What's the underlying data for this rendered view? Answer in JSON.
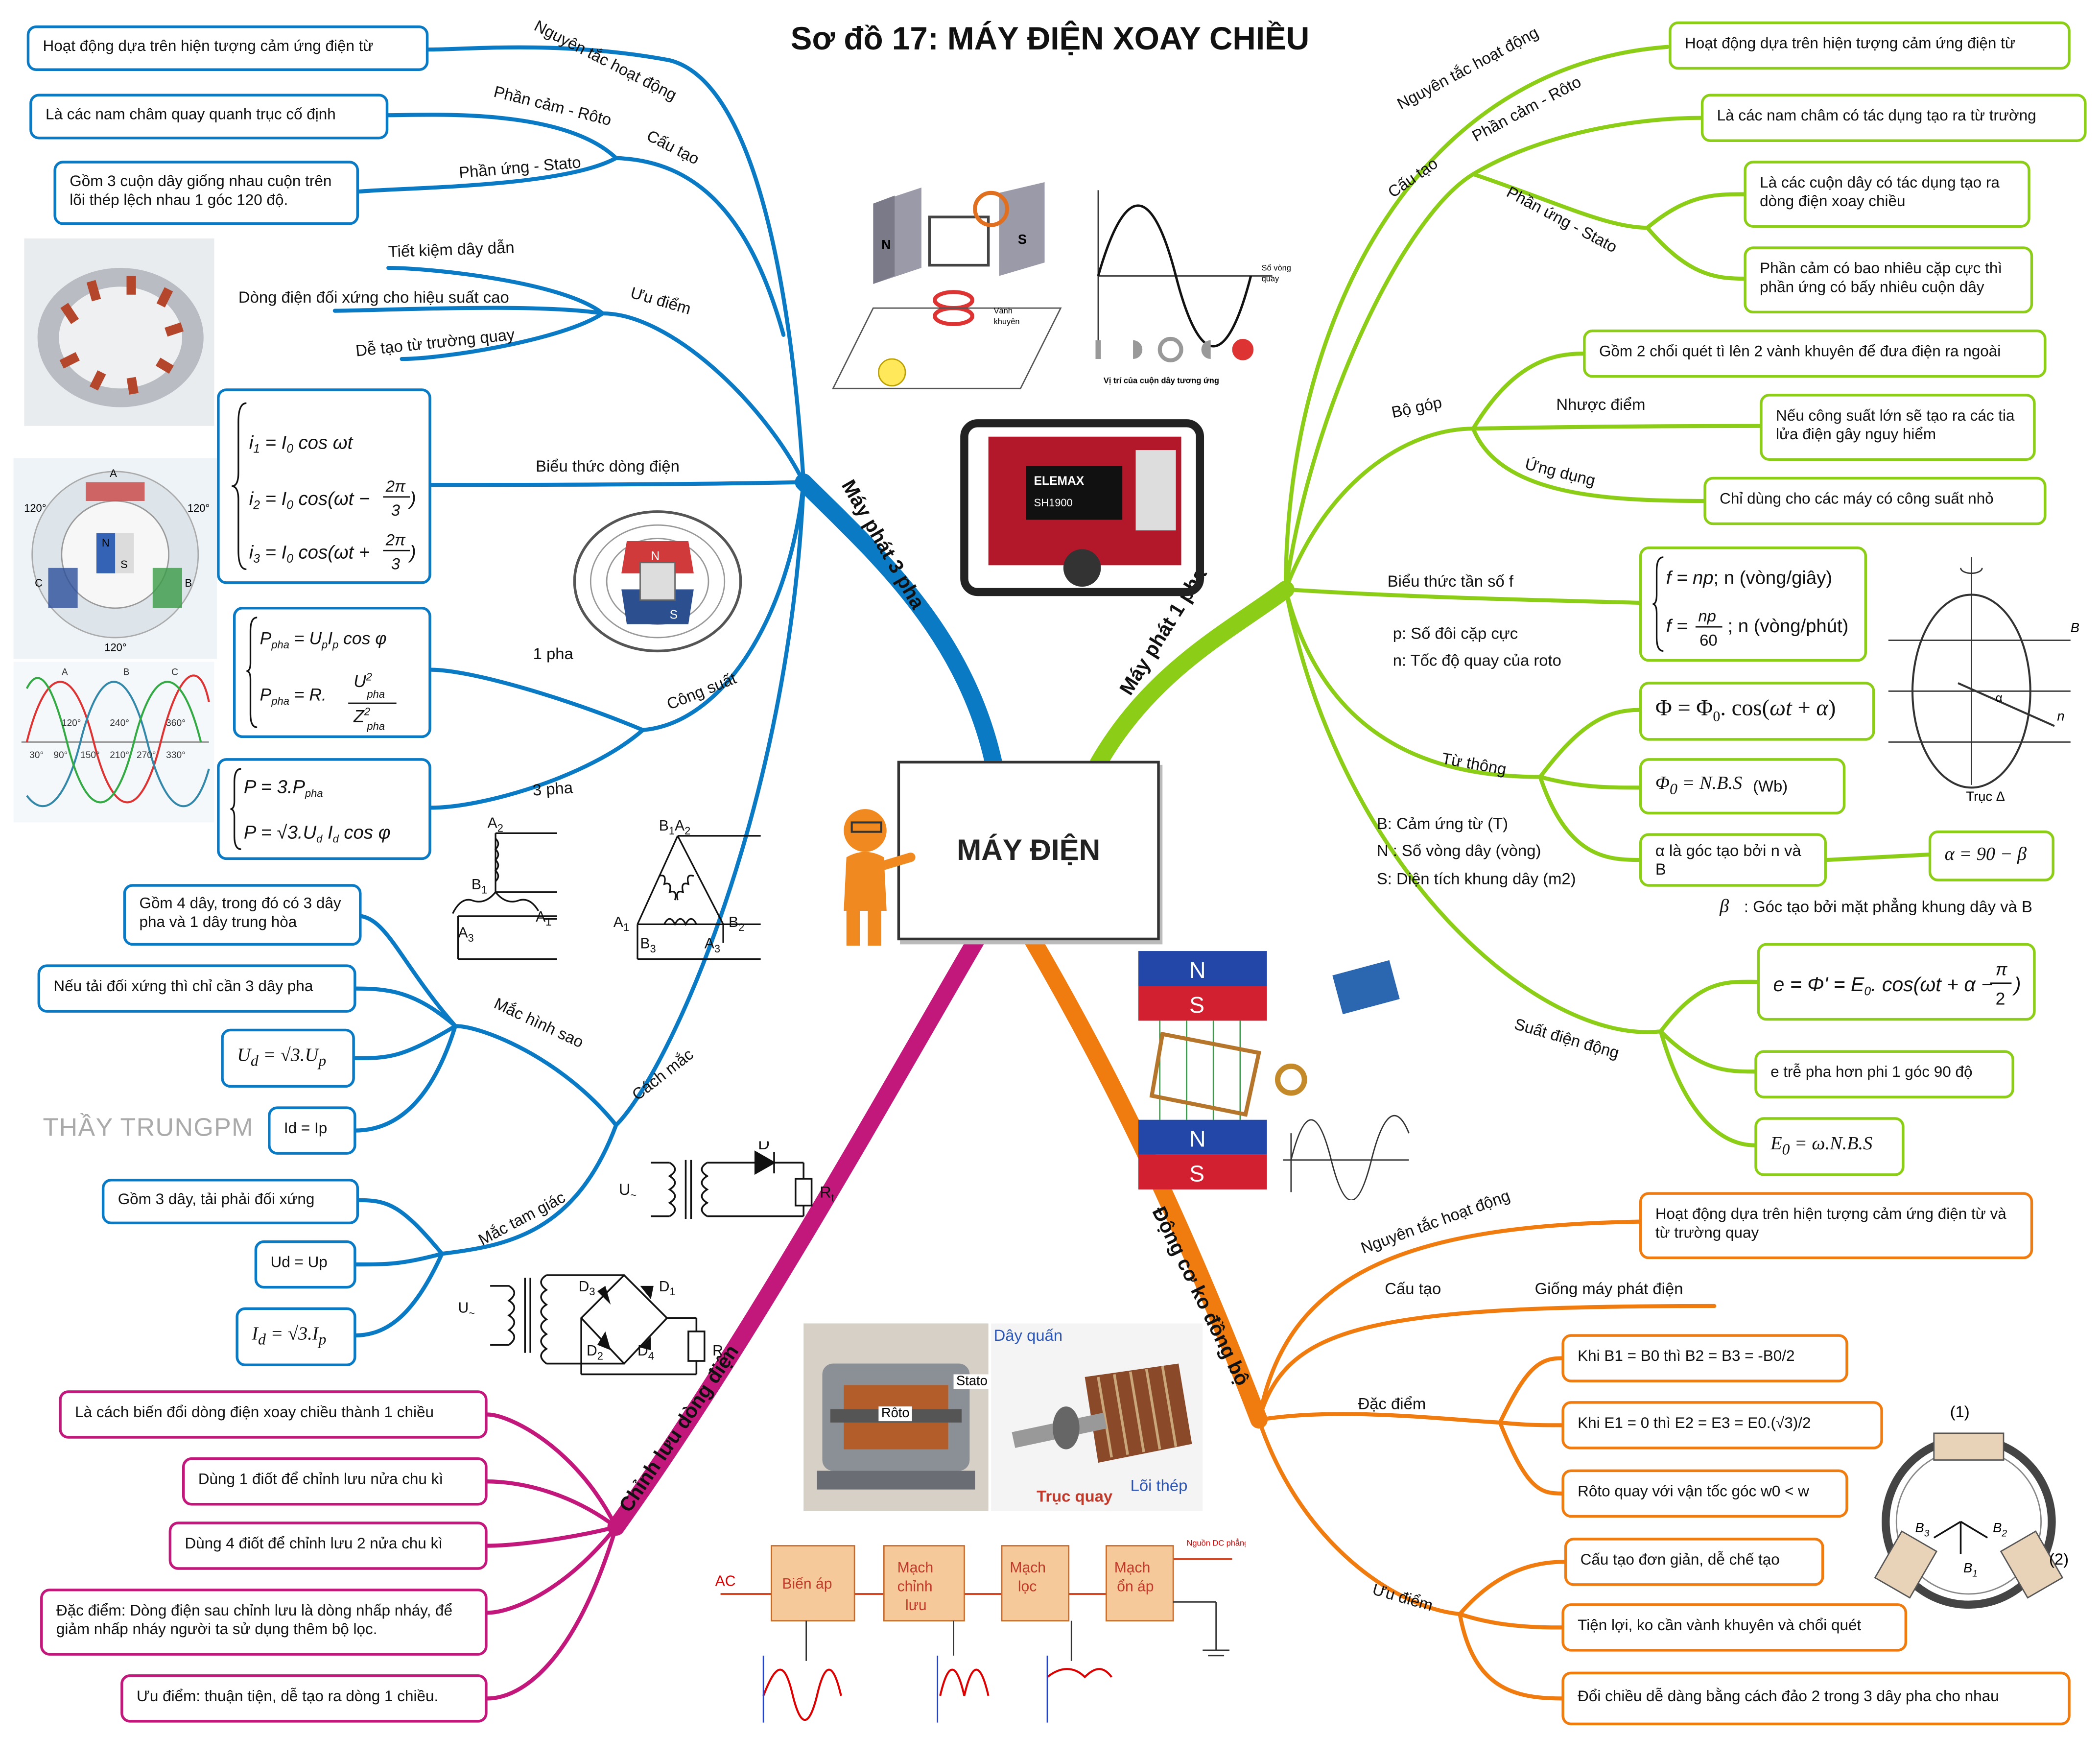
{
  "title": "Sơ đồ 17: MÁY ĐIỆN XOAY CHIỀU",
  "center": "MÁY ĐIỆN",
  "watermark": "THẦY TRUNGPM",
  "colors": {
    "blue": "#0a7ac4",
    "green": "#8ccd17",
    "orange": "#f07c10",
    "magenta": "#c2187b"
  },
  "three_phase": {
    "branch": "Máy phát 3 pha",
    "principle_label": "Nguyên tắc hoạt động",
    "principle": "Hoạt động dựa trên hiện tượng cảm ứng điện từ",
    "structure_label": "Cấu tạo",
    "rotor_label": "Phần cảm - Rôto",
    "rotor": "Là các nam châm quay quanh trục cố định",
    "stator_label": "Phần ứng - Stato",
    "stator": "Gồm 3 cuộn dây giống nhau cuộn trên lõi thép lệch nhau 1 góc 120 độ.",
    "adv_label": "Ưu điểm",
    "adv1": "Tiết kiệm dây dẫn",
    "adv2": "Dòng điện đối xứng cho hiệu suất cao",
    "adv3": "Dễ tạo từ trường quay",
    "expr_label": "Biểu thức dòng điện",
    "power_label": "Công suất",
    "one_phase": "1 pha",
    "three_phase_lbl": "3 pha",
    "connect_label": "Cách mắc",
    "star_label": "Mắc hình sao",
    "star1": "Gồm 4 dây, trong đó có 3 dây pha và 1 dây trung hòa",
    "star2": "Nếu tải đối xứng thì chỉ cần 3 dây pha",
    "star4": "Id = Ip",
    "delta_label": "Mắc tam giác",
    "delta1": "Gồm 3 dây, tải phải đối xứng",
    "delta2": "Ud = Up"
  },
  "one_phase": {
    "branch": "Máy phát 1 pha",
    "principle_label": "Nguyên tắc hoạt động",
    "principle": "Hoạt động dựa trên hiện tượng cảm ứng điện từ",
    "structure_label": "Cấu tạo",
    "rotor_label": "Phần cảm - Rôto",
    "rotor": "Là các nam châm có tác dụng tạo ra từ trường",
    "stator_label": "Phần ứng - Stato",
    "stator1": "Là các cuộn dây có tác dụng tạo ra dòng điện xoay chiều",
    "stator2": "Phần cảm có bao nhiêu cặp cực thì phần ứng có bấy nhiêu cuộn dây",
    "collector_label": "Bộ góp",
    "collector": "Gồm 2 chổi quét tì lên 2 vành khuyên để đưa điện ra ngoài",
    "weak_label": "Nhược điểm",
    "weak": "Nếu công suất lớn sẽ tạo ra các tia lửa điện gây nguy hiểm",
    "use_label": "Ứng dụng",
    "use": "Chỉ dùng cho các máy có công suất nhỏ",
    "freq_label": "Biểu thức tần số f",
    "freq_p": "p: Số đôi cặp cực",
    "freq_n": "n: Tốc độ quay của roto",
    "flux_label": "Từ thông",
    "flux_B": "B: Cảm ứng từ (T)",
    "flux_N": "N : Số vòng dây (vòng)",
    "flux_S": "S: Diện tích khung dây (m2)",
    "flux_unit": "(Wb)",
    "alpha_text": "α là góc tạo bởi n và B",
    "beta_text": ": Góc tạo bởi mặt phẳng khung dây và B",
    "emf_label": "Suất điện động",
    "emf2": "e trễ pha hơn phi 1 góc 90 độ",
    "axis_label": "Trục Δ"
  },
  "motor": {
    "branch": "Động cơ ko đồng bộ",
    "principle_label": "Nguyên tắc hoạt động",
    "principle": "Hoạt động dựa trên hiện tượng cảm ứng điện từ và từ trường quay",
    "structure_label": "Cấu tạo",
    "structure": "Giống máy phát điện",
    "feature_label": "Đặc điểm",
    "feature1": "Khi B1 = B0 thì B2 = B3 = -B0/2",
    "feature2": "Khi E1 = 0 thì E2 = E3 = E0.(√3)/2",
    "feature3": "Rôto quay với vận tốc góc w0 < w",
    "adv_label": "Ưu điểm",
    "adv1": "Cấu tạo đơn giản, dễ chế tạo",
    "adv2": "Tiện lợi, ko cần vành khuyên và chổi quét",
    "adv3": "Đổi chiều dễ dàng bằng cách đảo 2 trong 3 dây pha cho nhau"
  },
  "rectifier": {
    "branch": "Chỉnh lưu dòng điện",
    "item1": "Là cách biến đổi dòng điện xoay chiều thành 1 chiều",
    "item2": "Dùng 1 điốt để chỉnh lưu nửa chu kì",
    "item3": "Dùng 4 điốt để chỉnh lưu 2 nửa chu kì",
    "item4": "Đặc điểm: Dòng điện sau chỉnh lưu là dòng nhấp nháy, để giảm nhấp nháy người ta sử dụng thêm bộ lọc.",
    "item5": "Ưu điểm: thuận tiện, dễ tạo ra dòng 1 chiều.",
    "block1": "Biến áp",
    "block2": "Mạch chỉnh lưu",
    "block3": "Mạch lọc",
    "block4": "Mạch ổn áp",
    "ac": "AC",
    "dc_out": "Nguồn DC phẳng",
    "photo_dayquan": "Dây quấn",
    "photo_stato": "Stato",
    "photo_roto": "Rôto",
    "photo_trucquay": "Trục quay",
    "photo_loithep": "Lõi thép"
  }
}
